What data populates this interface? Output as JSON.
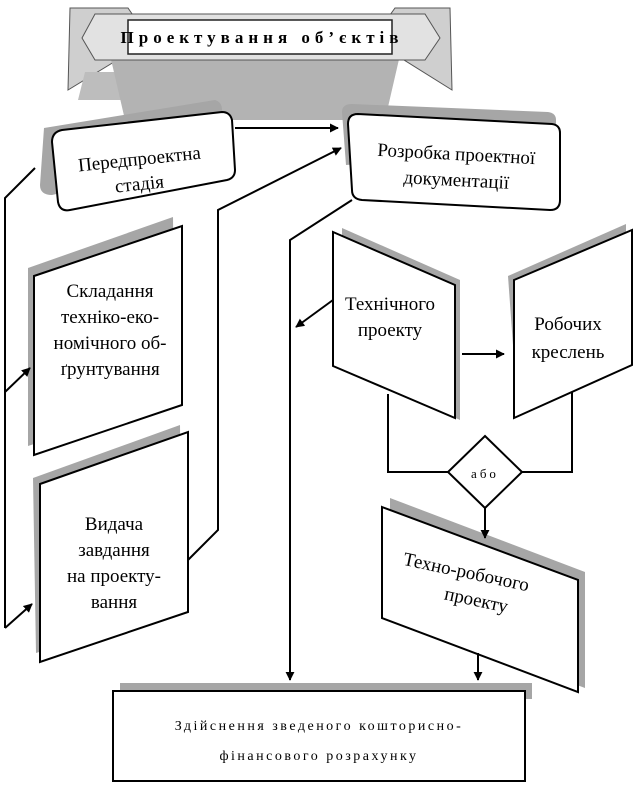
{
  "diagram": {
    "title": "Проектування об’єктів",
    "predesign": [
      "Передпроектна",
      "стадія"
    ],
    "design_docs": [
      "Розробка проектної",
      "документації"
    ],
    "feasibility": [
      "Складання",
      "техніко-еко-",
      "номічного об-",
      "ґрунтування"
    ],
    "assignment": [
      "Видача",
      "завдання",
      "на проекту-",
      "вання"
    ],
    "technical": [
      "Технічного",
      "проекту"
    ],
    "working": [
      "Робочих",
      "креслень"
    ],
    "or_label": "або",
    "tech_working": [
      "Техно-робочого",
      "проекту"
    ],
    "final": [
      "Здійснення зведеного кошторисно-",
      "фінансового розрахунку"
    ]
  }
}
